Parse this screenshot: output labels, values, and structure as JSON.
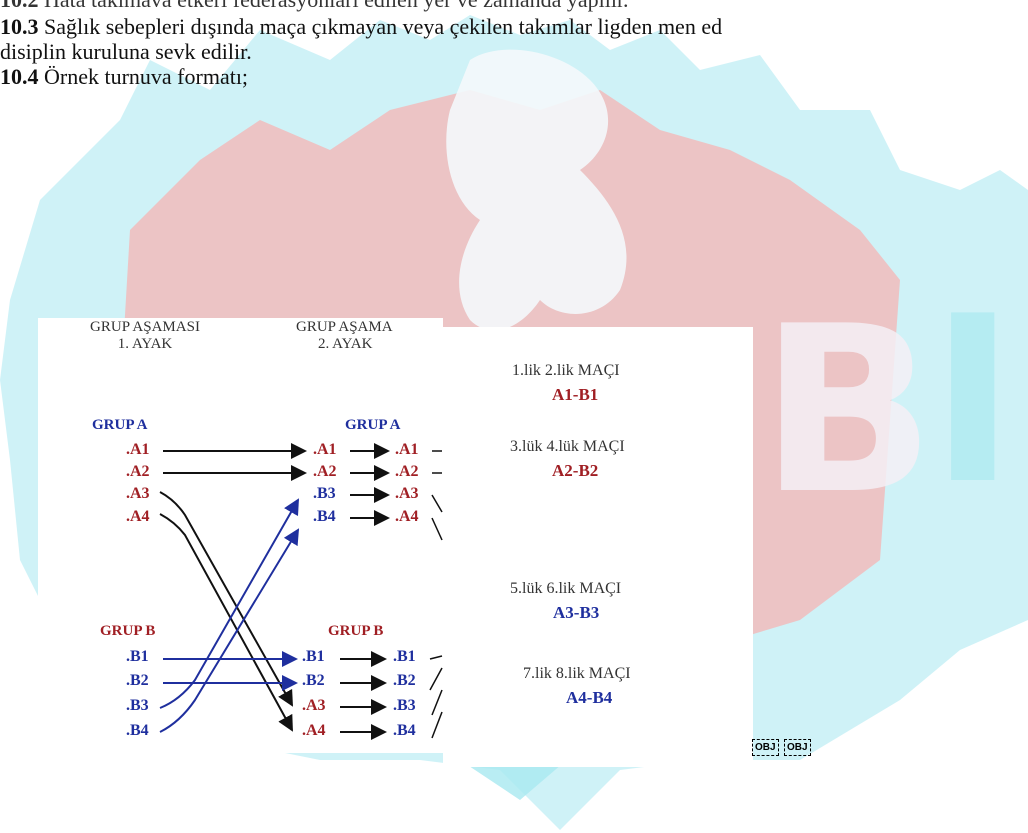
{
  "document": {
    "lines": [
      {
        "num": "10.2",
        "text": " Hata takımava etkeri federasyonları edilen yer ve zamanda yapılır."
      },
      {
        "num": "10.3",
        "text": " Sağlık sebepleri dışında maça çıkmayan veya çekilen takımlar ligden men ed"
      },
      {
        "num": "",
        "text": "disiplin kuruluna sevk edilir."
      },
      {
        "num": "10.4",
        "text": " Örnek turnuva formatı;"
      }
    ]
  },
  "diagram": {
    "header_left": [
      "GRUP AŞAMASI",
      "1. AYAK"
    ],
    "header_right": [
      "GRUP AŞAMA",
      "2. AYAK"
    ],
    "group_a_label": "GRUP A",
    "group_b_label": "GRUP B",
    "left_a": [
      ".A1",
      ".A2",
      ".A3",
      ".A4"
    ],
    "left_b": [
      ".B1",
      ".B2",
      ".B3",
      ".B4"
    ],
    "right_a": [
      ".A1",
      ".A2",
      ".B3",
      ".B4"
    ],
    "right_b": [
      ".B1",
      ".B2",
      ".A3",
      ".A4"
    ],
    "far_a": [
      ".A1",
      ".A2",
      ".A3",
      ".A4"
    ],
    "far_b": [
      ".B1",
      ".B2",
      ".B3",
      ".B4"
    ],
    "matches": [
      {
        "label": "1.lik 2.lik MAÇI",
        "pair": "A1-B1",
        "color": "#a01f24"
      },
      {
        "label": "3.lük 4.lük MAÇI",
        "pair": "A2-B2",
        "color": "#a01f24"
      },
      {
        "label": "5.lük 6.lik MAÇI",
        "pair": "A3-B3",
        "color": "#1f2f9e"
      },
      {
        "label": "7.lik 8.lik MAÇI",
        "pair": "A4-B4",
        "color": "#1f2f9e"
      }
    ]
  },
  "placeholders": [
    "OBJ",
    "OBJ"
  ],
  "colors": {
    "red": "#a01f24",
    "blue": "#1f2f9e",
    "watermark_pink": "#f6b4b4",
    "watermark_cyan": "#a8e8f0"
  }
}
